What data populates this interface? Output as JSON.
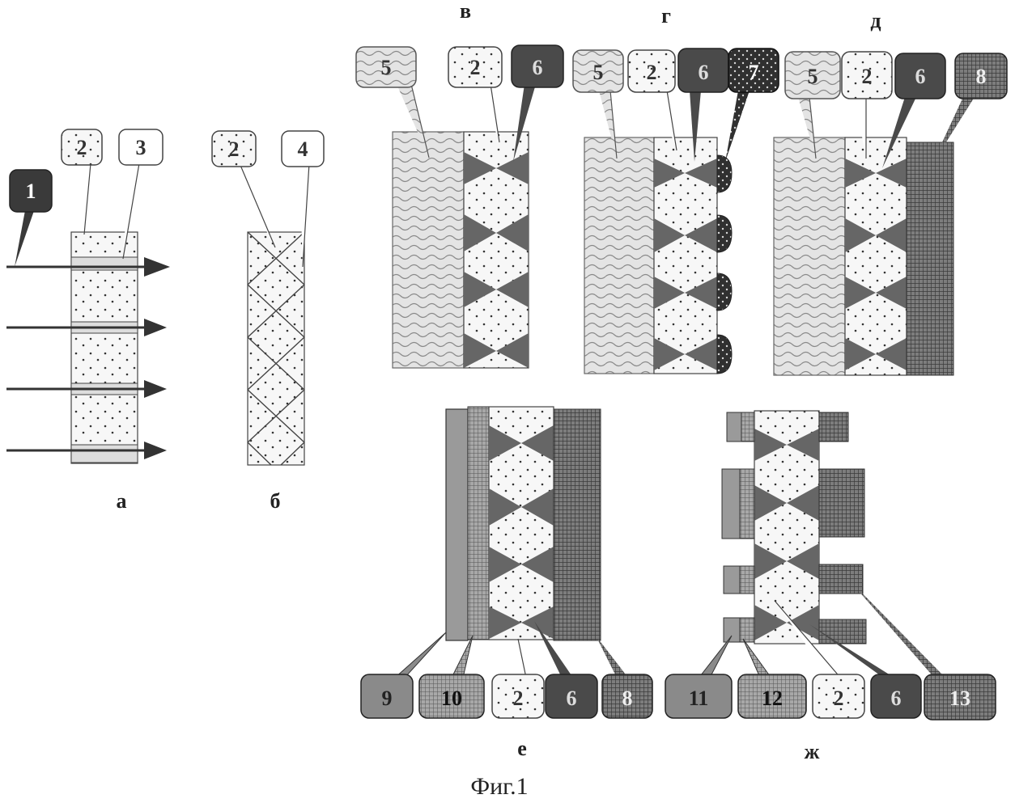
{
  "figure": {
    "caption": "Фиг.1",
    "panels": {
      "a": "а",
      "b": "б",
      "v": "в",
      "g": "г",
      "d": "д",
      "e": "е",
      "zh": "ж"
    }
  },
  "callouts": {
    "a1": "1",
    "a2": "2",
    "a3": "3",
    "b2": "2",
    "b4": "4",
    "v5": "5",
    "v2": "2",
    "v6": "6",
    "g5": "5",
    "g2": "2",
    "g6": "6",
    "g7": "7",
    "d5": "5",
    "d2": "2",
    "d6": "6",
    "d8": "8",
    "e9": "9",
    "e10": "10",
    "e2": "2",
    "e6": "6",
    "e8": "8",
    "zh11": "11",
    "zh12": "12",
    "zh2": "2",
    "zh6": "6",
    "zh13": "13"
  }
}
